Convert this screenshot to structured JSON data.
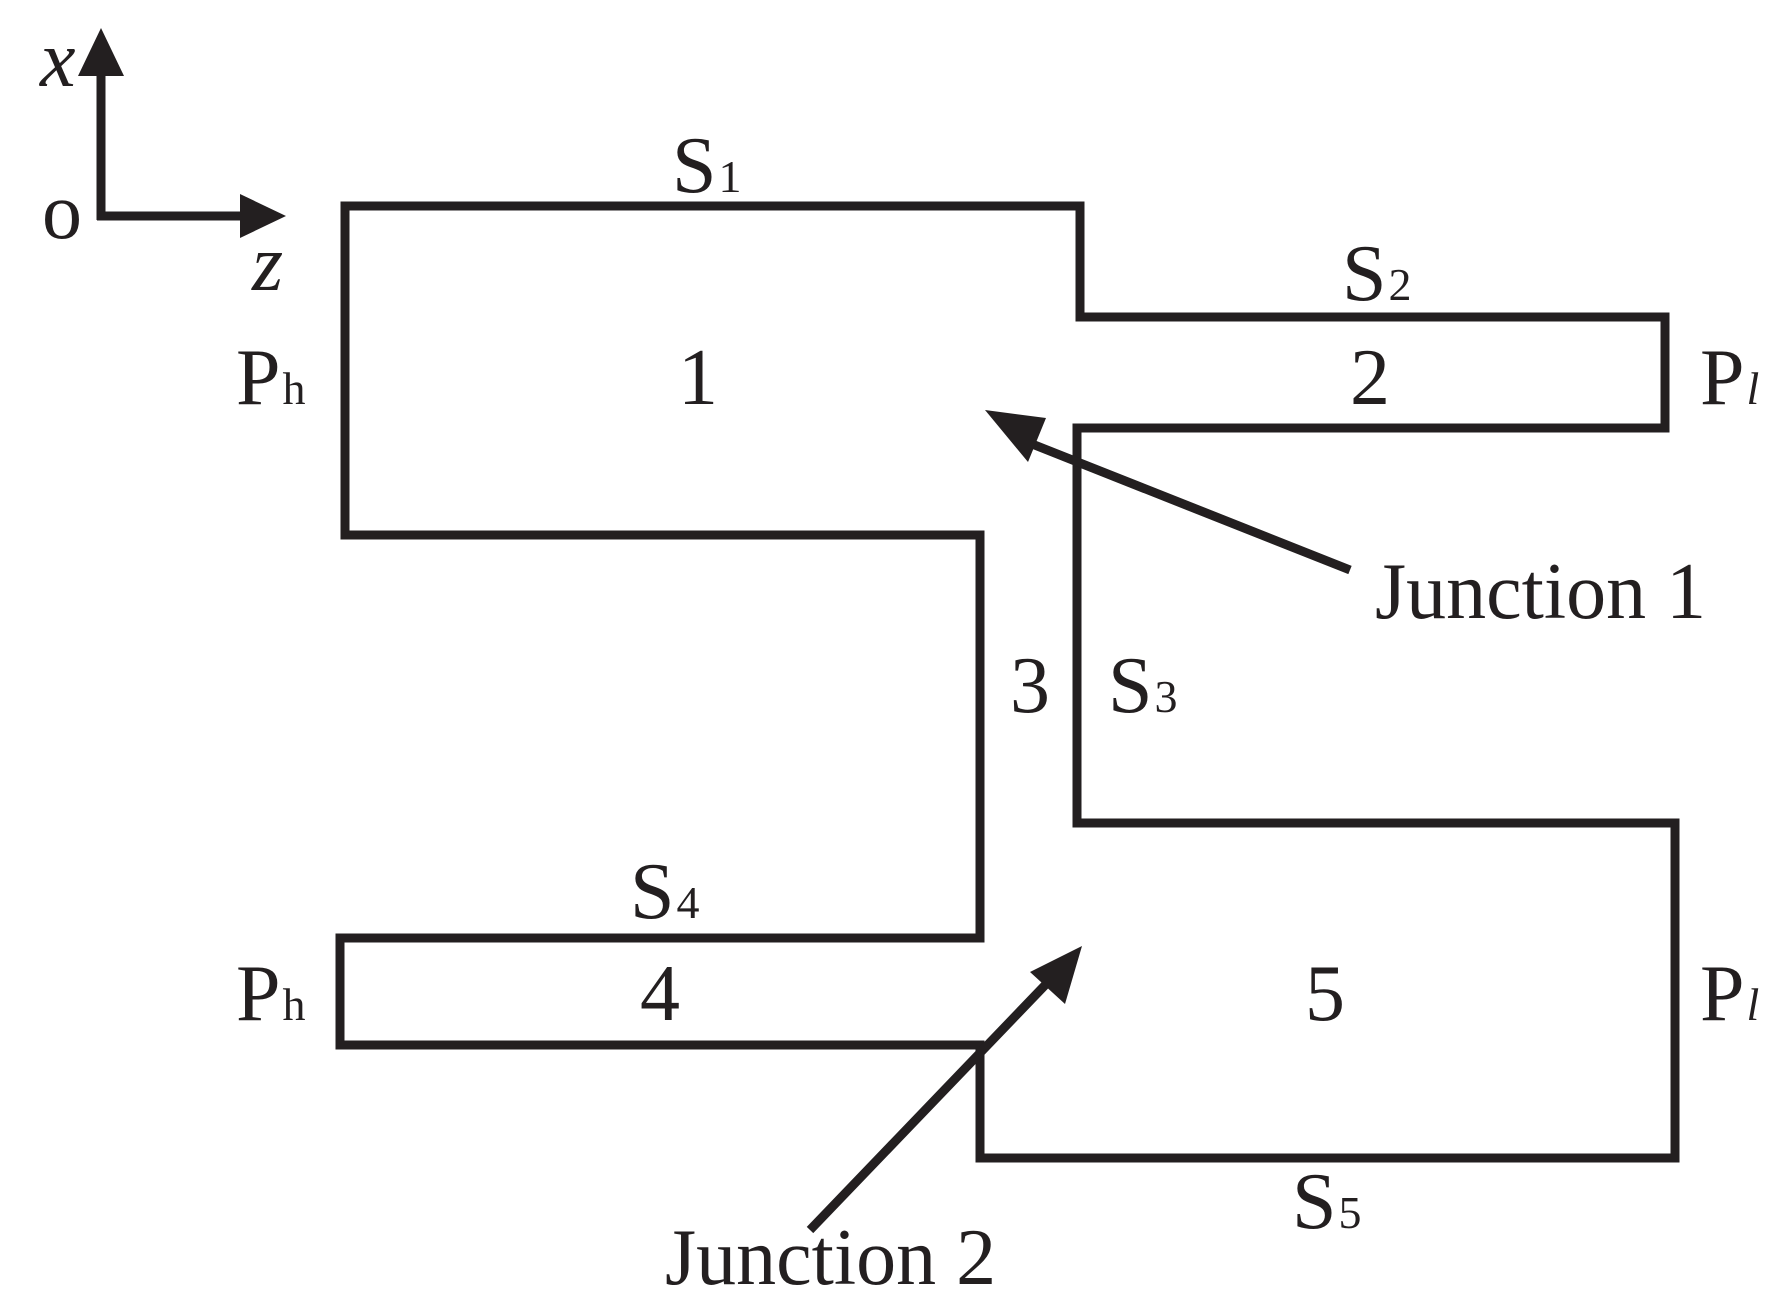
{
  "axes": {
    "x_label": "x",
    "z_label": "z",
    "origin_label": "o"
  },
  "surfaces": {
    "s1": {
      "main": "S",
      "sub": "1"
    },
    "s2": {
      "main": "S",
      "sub": "2"
    },
    "s3": {
      "main": "S",
      "sub": "3"
    },
    "s4": {
      "main": "S",
      "sub": "4"
    },
    "s5": {
      "main": "S",
      "sub": "5"
    }
  },
  "regions": {
    "r1": "1",
    "r2": "2",
    "r3": "3",
    "r4": "4",
    "r5": "5"
  },
  "pressures": {
    "ph_top": {
      "main": "P",
      "sub": "h"
    },
    "ph_bottom": {
      "main": "P",
      "sub": "h"
    },
    "pl_top": {
      "main": "P",
      "sub": "l"
    },
    "pl_bottom": {
      "main": "P",
      "sub": "l"
    }
  },
  "junctions": {
    "j1": "Junction 1",
    "j2": "Junction 2"
  },
  "colors": {
    "ink": "#231f20",
    "background": "#ffffff"
  }
}
